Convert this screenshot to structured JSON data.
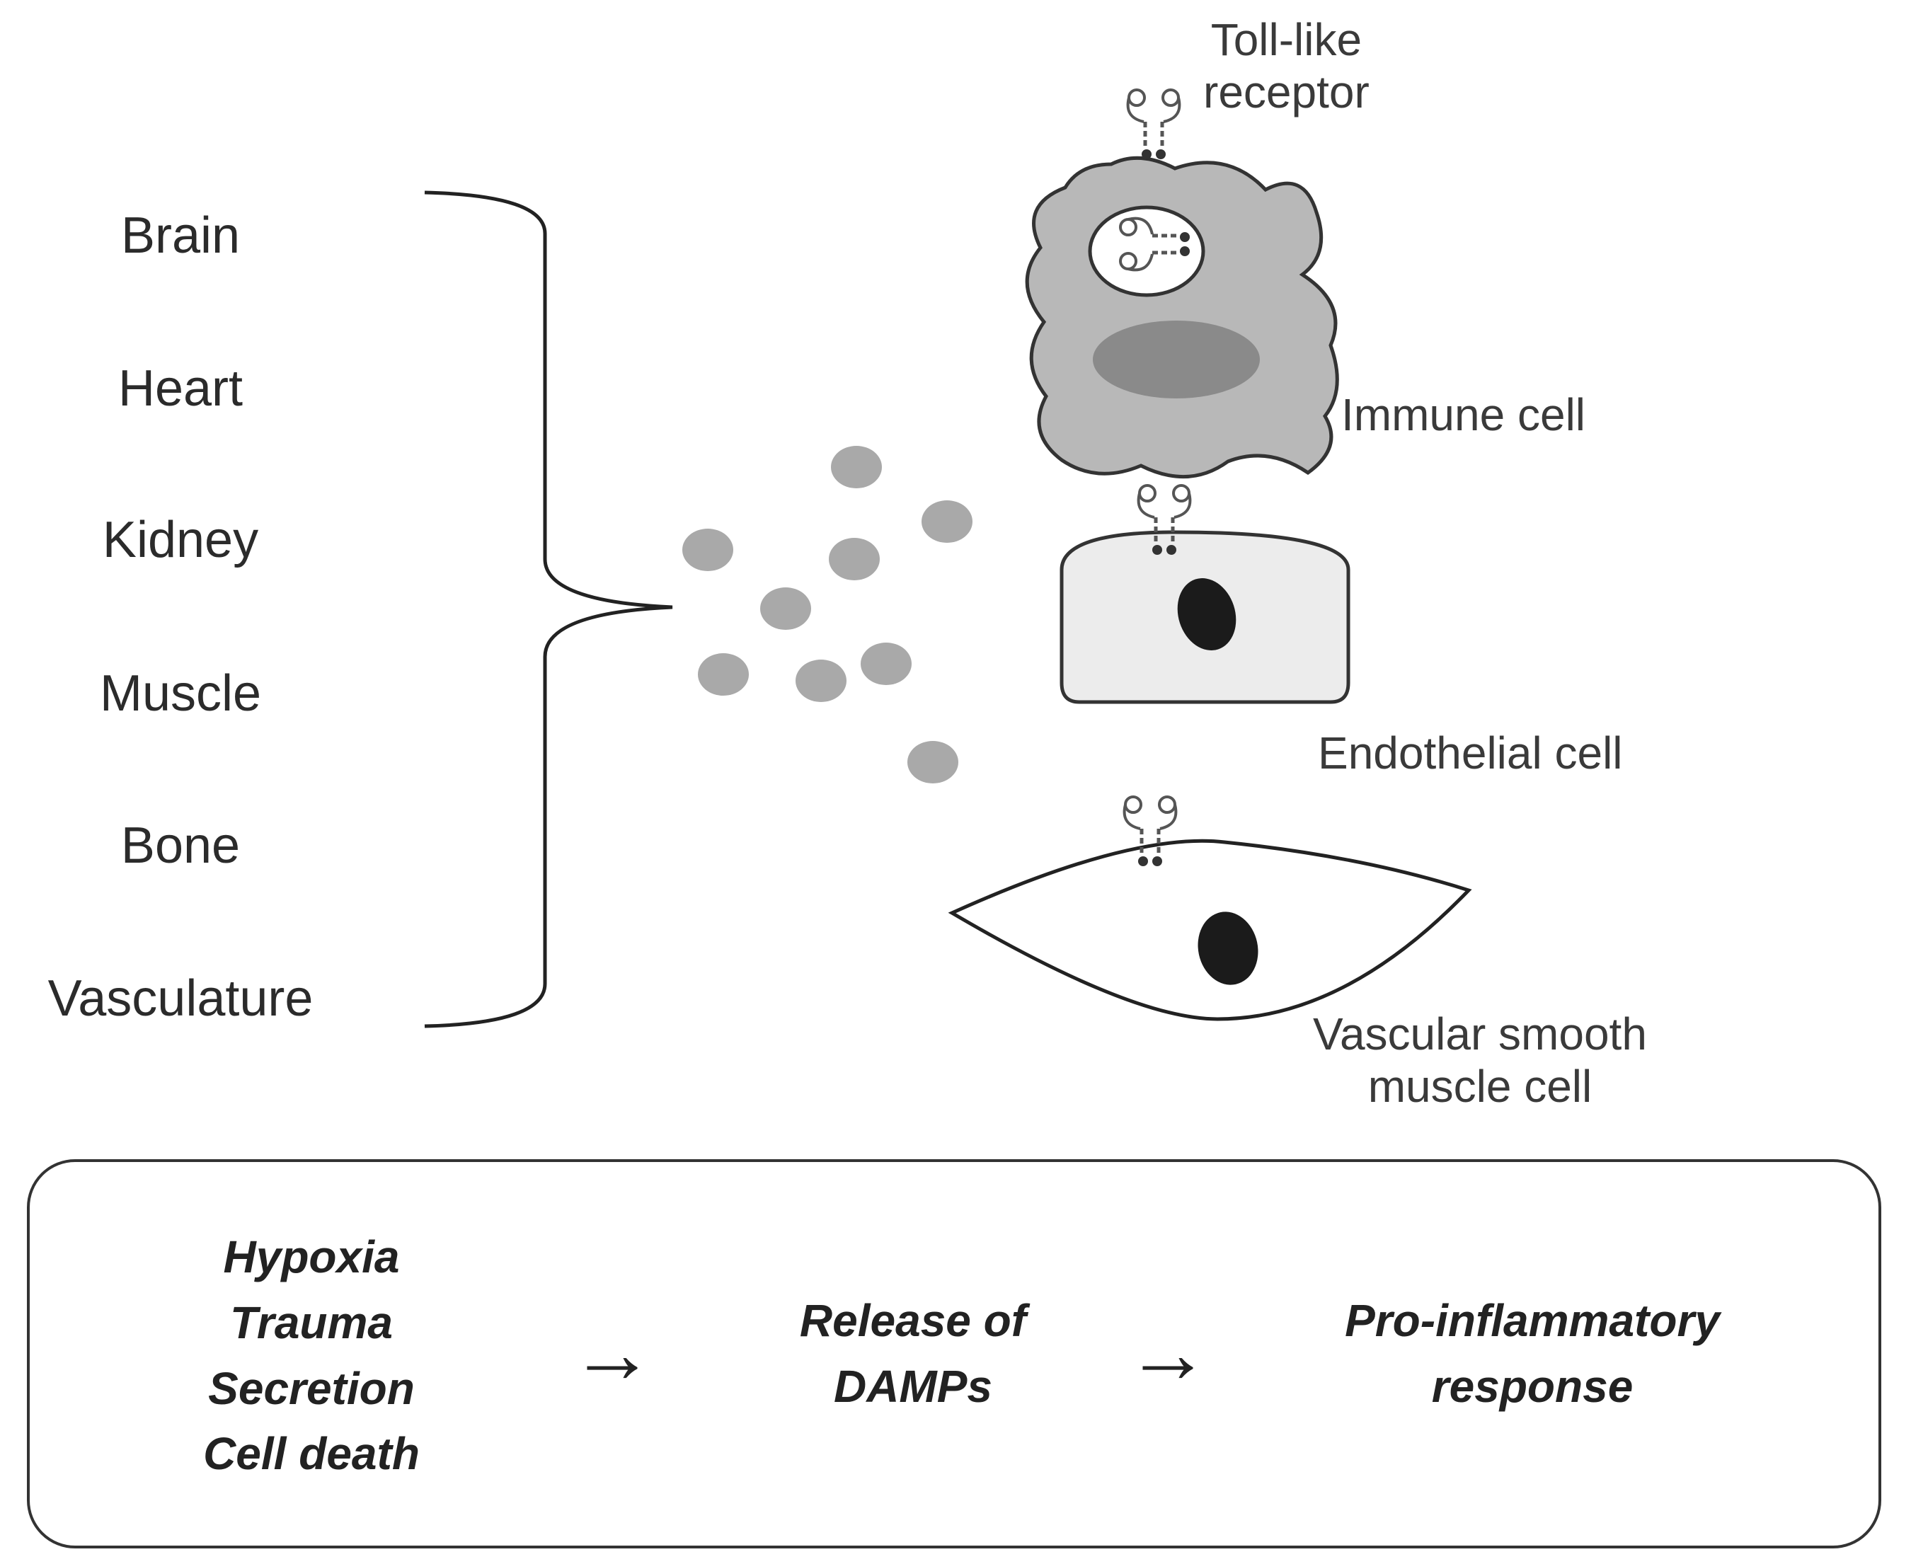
{
  "organs": [
    "Brain",
    "Heart",
    "Kidney",
    "Muscle",
    "Bone",
    "Vasculature"
  ],
  "labels": {
    "receptor": "Toll-like\nreceptor",
    "immune": "Immune cell",
    "endothelial": "Endothelial cell",
    "smooth_muscle": "Vascular smooth\nmuscle cell"
  },
  "flow": {
    "causes": [
      "Hypoxia",
      "Trauma",
      "Secretion",
      "Cell death"
    ],
    "release": [
      "Release of",
      "DAMPs"
    ],
    "response": [
      "Pro-inflammatory",
      "response"
    ]
  },
  "colors": {
    "immune_cell_fill": "#b8b8b8",
    "endothelial_fill": "#ececec",
    "damp_particle": "#a9a9a9",
    "nucleus": "#1b1b1b",
    "immune_granule": "#8a8a8a"
  }
}
